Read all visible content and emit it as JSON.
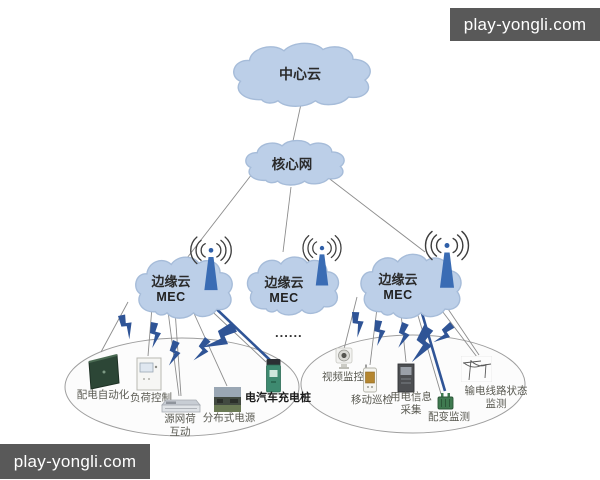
{
  "watermarks": {
    "top_right": "play-yongli.com",
    "bottom_left": "play-yongli.com"
  },
  "diagram": {
    "central_cloud": {
      "label": "中心云"
    },
    "core_network": {
      "label": "核心网"
    },
    "edge_clouds": [
      {
        "label": "边缘云",
        "sublabel": "MEC"
      },
      {
        "label": "边缘云",
        "sublabel": "MEC"
      },
      {
        "label": "边缘云",
        "sublabel": "MEC"
      }
    ],
    "ellipsis": "......",
    "left_group": {
      "devices": [
        {
          "label": "配电自动化"
        },
        {
          "label": "负荷控制"
        },
        {
          "label": "源网荷\n互动"
        },
        {
          "label": "分布式电源"
        },
        {
          "label": "电汽车充电桩"
        }
      ]
    },
    "right_group": {
      "devices": [
        {
          "label": "视频监控"
        },
        {
          "label": "移动巡检"
        },
        {
          "label": "用电信息\n采集"
        },
        {
          "label": "配变监测"
        },
        {
          "label": "输电线路状态\n监测"
        }
      ]
    }
  },
  "colors": {
    "cloud_fill": "#bccfe8",
    "cloud_stroke": "#a6bcd9",
    "antenna_blue": "#3a6cb4",
    "bolt_blue": "#2f5496",
    "line_gray": "#8c8c8c",
    "ellipse_stroke": "#9e9e9e",
    "watermark_bg": "#595959",
    "label_color": "#5a5a52"
  }
}
